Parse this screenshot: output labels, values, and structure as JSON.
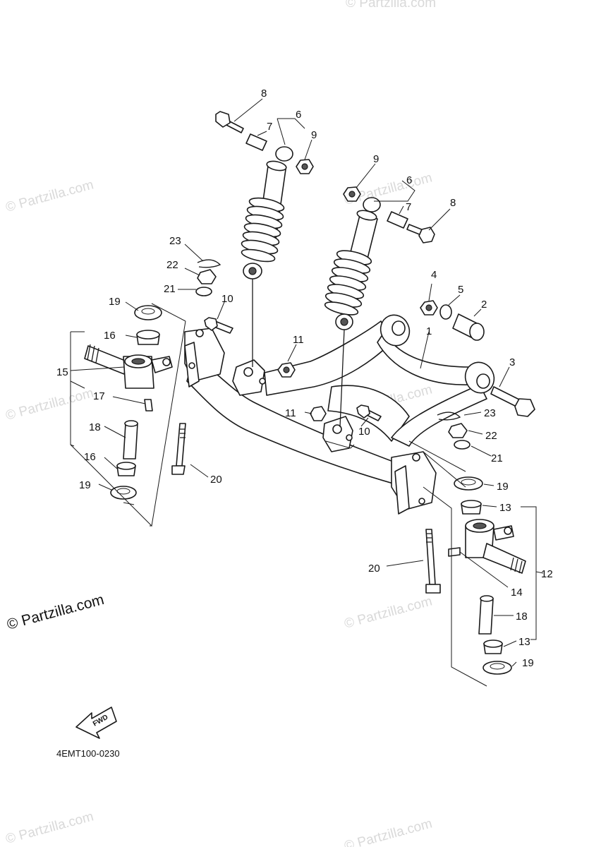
{
  "diagram_code": "4EMT100-0230",
  "fwd_label": "FWD",
  "watermarks": {
    "main": "© Partzilla.com",
    "faint": "© Partzilla.com"
  },
  "callouts": {
    "c1": "1",
    "c2": "2",
    "c3": "3",
    "c4": "4",
    "c5": "5",
    "c6a": "6",
    "c6b": "6",
    "c7a": "7",
    "c7b": "7",
    "c8a": "8",
    "c8b": "8",
    "c9a": "9",
    "c9b": "9",
    "c10a": "10",
    "c10b": "10",
    "c11a": "11",
    "c11b": "11",
    "c12": "12",
    "c13a": "13",
    "c13b": "13",
    "c14": "14",
    "c15": "15",
    "c16a": "16",
    "c16b": "16",
    "c17": "17",
    "c18a": "18",
    "c18b": "18",
    "c19a": "19",
    "c19b": "19",
    "c19c": "19",
    "c19d": "19",
    "c20a": "20",
    "c20b": "20",
    "c21a": "21",
    "c21b": "21",
    "c22a": "22",
    "c22b": "22",
    "c23a": "23",
    "c23b": "23"
  }
}
